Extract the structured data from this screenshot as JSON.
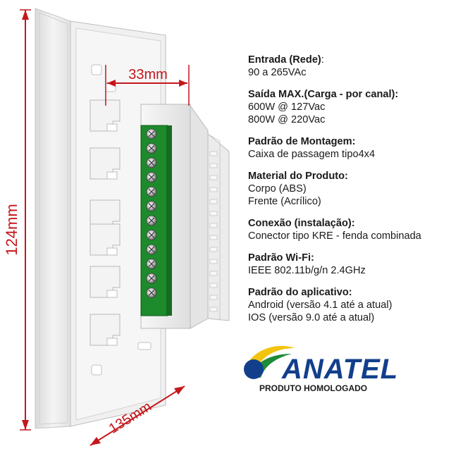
{
  "dimensions": {
    "height": "124mm",
    "depth": "33mm",
    "width": "135mm"
  },
  "specs": [
    {
      "title": "Entrada (Rede)",
      "title_suffix": ":",
      "lines": [
        "90 a 265VAc"
      ]
    },
    {
      "title": "Saída MAX.(Carga - por canal):",
      "title_suffix": "",
      "lines": [
        "600W @ 127Vac",
        "800W @ 220Vac"
      ]
    },
    {
      "title": "Padrão de Montagem:",
      "title_suffix": "",
      "lines": [
        "Caixa de passagem tipo4x4"
      ]
    },
    {
      "title": "Material do Produto:",
      "title_suffix": "",
      "lines": [
        "Corpo (ABS)",
        "Frente (Acrílico)"
      ]
    },
    {
      "title": "Conexão (instalação):",
      "title_suffix": "",
      "lines": [
        "Conector tipo KRE - fenda combinada"
      ]
    },
    {
      "title": "Padrão Wi-Fi:",
      "title_suffix": "",
      "lines": [
        "IEEE 802.11b/g/n 2.4GHz"
      ]
    },
    {
      "title": "Padrão do aplicativo:",
      "title_suffix": "",
      "lines": [
        "Android (versão 4.1 até a atual)",
        "IOS (versão 9.0 até a atual)"
      ]
    }
  ],
  "certification": {
    "brand": "ANATEL",
    "subtitle": "PRODUTO HOMOLOGADO",
    "colors": {
      "blue": "#123f8c",
      "yellow": "#f2c40f",
      "green": "#1f8a3a"
    }
  },
  "colors": {
    "dimension_line": "#c4171c",
    "terminal_block": "#1d8a2c",
    "panel": "#eeeeee"
  },
  "terminal_screw_count": 12
}
